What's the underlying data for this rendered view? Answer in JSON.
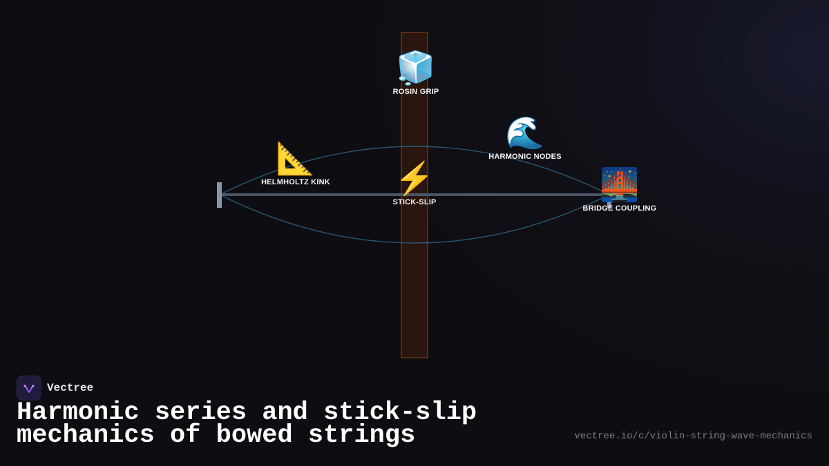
{
  "brand": {
    "name": "Vectree"
  },
  "title": "Harmonic series and stick-slip mechanics of bowed strings",
  "url": "vectree.io/c/violin-string-wave-mechanics",
  "colors": {
    "background": "#0e0e12",
    "bow": "#2a160f",
    "bow_border": "#6b3418",
    "string": "#4a5566",
    "wave": "#2b5f7e",
    "label": "#f2f2f2"
  },
  "nodes": [
    {
      "id": "rosin-grip",
      "emoji": "🧊",
      "label": "ROSIN GRIP"
    },
    {
      "id": "harmonic-nodes",
      "emoji": "🌊",
      "label": "HARMONIC NODES"
    },
    {
      "id": "helmholtz-kink",
      "emoji": "📐",
      "label": "HELMHOLTZ KINK"
    },
    {
      "id": "stick-slip",
      "emoji": "⚡",
      "label": "STICK-SLIP"
    },
    {
      "id": "bridge-coupling",
      "emoji": "🌉",
      "label": "BRIDGE COUPLING"
    }
  ]
}
